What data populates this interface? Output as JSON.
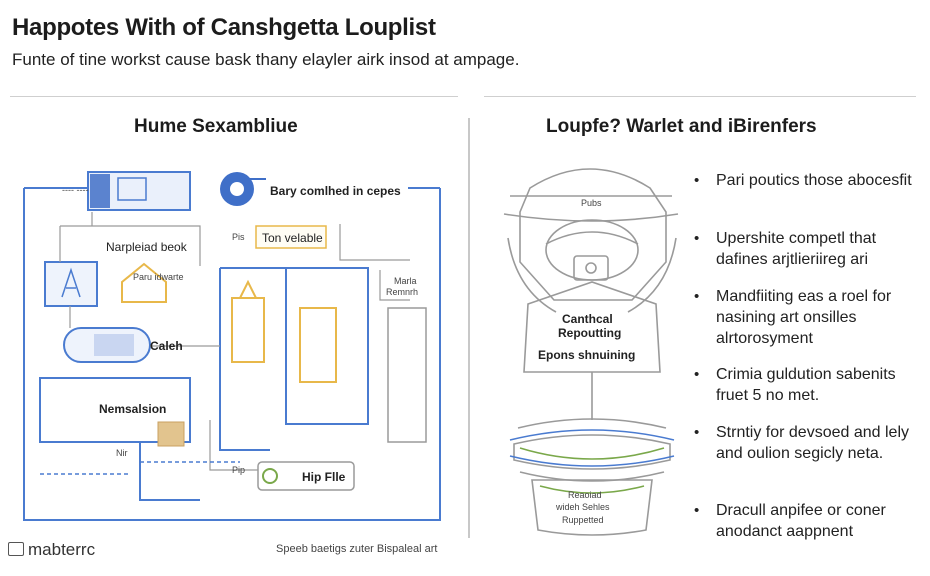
{
  "header": {
    "title": "Happotes With of Canshgetta Louplist",
    "subtitle": "Funte of tine workst cause bask thany elayler airk insod at ampage."
  },
  "left_panel": {
    "title": "Hume Sexambliue",
    "labels": {
      "top_box": "Bary comlhed in cepes",
      "napple": "Narpleiad beok",
      "pis": "Pis",
      "ton": "Ton velable",
      "paru": "Paru idwarte",
      "marla": "Marla",
      "remnrh": "Remnrh",
      "caleh": "Caleh",
      "nemsalsion": "Nemsalsion",
      "nir": "Nir",
      "pip": "Pip",
      "hip_file": "Hip Flle",
      "tiny_top": "---- ----"
    }
  },
  "right_panel": {
    "title": "Loupfe? Warlet and iBirenfers",
    "diagram_labels": {
      "top": "Pubs",
      "mid1": "Canthcal",
      "mid2": "Repoutting",
      "mid3": "Epons shnuining",
      "bot1": "Reaoiad",
      "bot2": "wideh Sehles",
      "bot3": "Ruppetted"
    },
    "bullets": [
      "Pari poutics those abocesfit",
      "Upershite competl that dafines arjtlieriireg ari",
      "Mandfiiting eas a roel for nasining art onsilles alrtorosyment",
      "Crimia guldution sabenits fruet 5 no met.",
      "Strntiy for devsoed and lely and oulion segicly neta.",
      "Dracull anpifee or coner anodanct aappnent"
    ]
  },
  "footer": {
    "logo": "mabterrc",
    "note": "Speeb baetigs zuter Bispaleal art"
  },
  "colors": {
    "blue": "#4a7bd0",
    "yellow": "#e8b84a",
    "grey_line": "#9a9a9a",
    "dark": "#1c1c1c"
  }
}
